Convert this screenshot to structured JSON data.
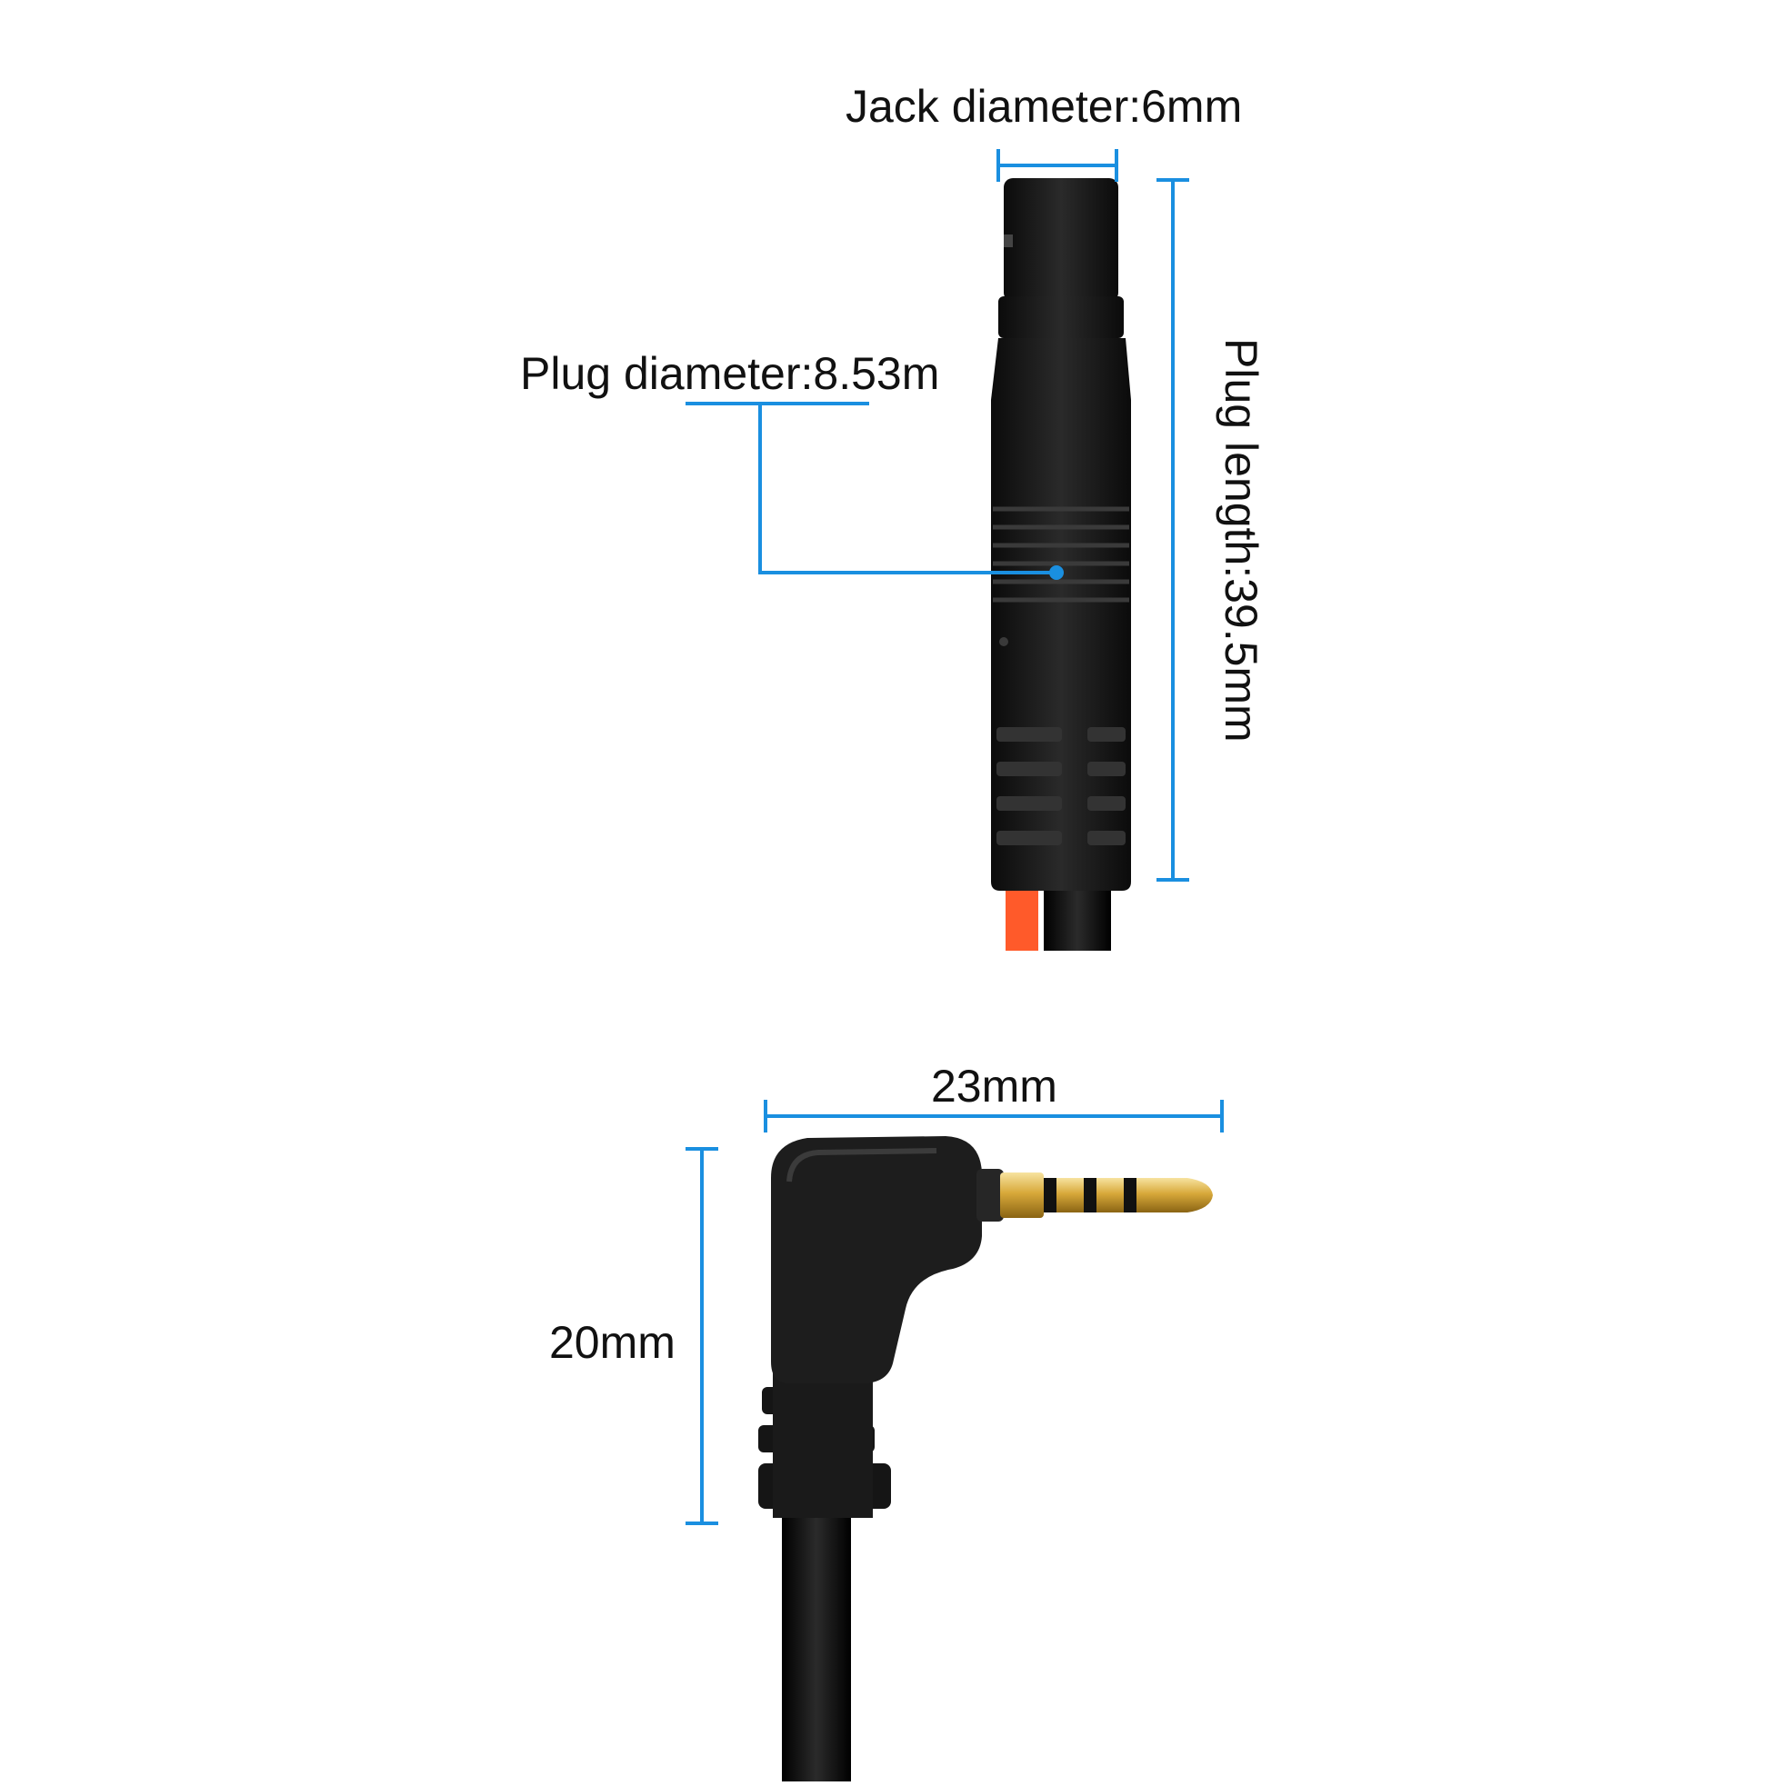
{
  "annotations": {
    "jack_diameter": "Jack diameter:6mm",
    "plug_diameter": "Plug diameter:8.53m",
    "plug_length": "Plug length:39.5mm",
    "right_angle_width": "23mm",
    "right_angle_height": "20mm"
  },
  "colors": {
    "dimension_line": "#1a8fe0",
    "plug_body": "#1c1c1c",
    "red_wire": "#ff5a2a",
    "black_wire": "#0d0d0d",
    "gold_contact": "#d8a93a",
    "text": "#111111",
    "background": "#ffffff"
  }
}
